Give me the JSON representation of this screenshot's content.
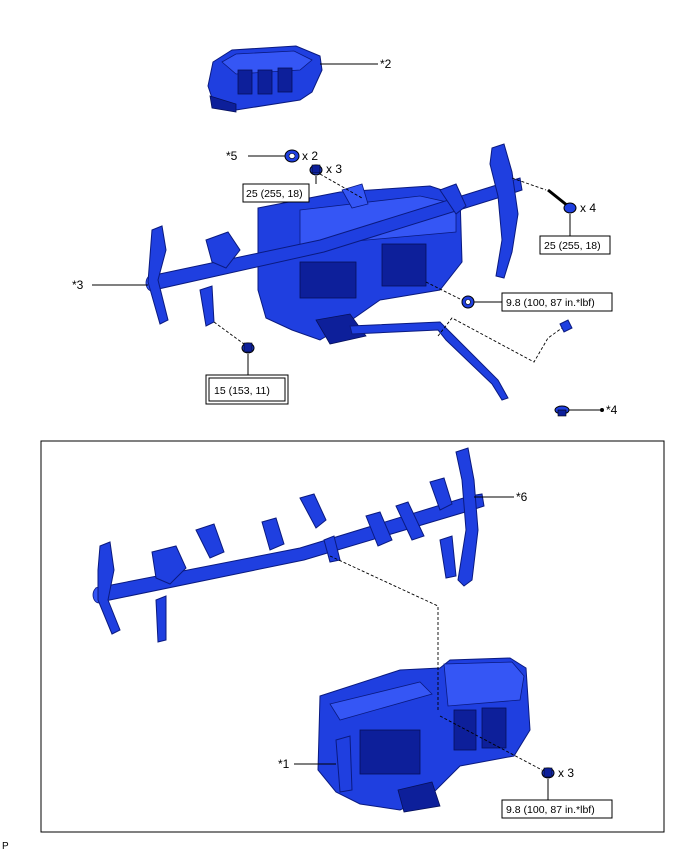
{
  "labels": {
    "part1": "*1",
    "part2": "*2",
    "part3": "*3",
    "part4": "*4",
    "part5": "*5",
    "part6": "*6"
  },
  "quantities": {
    "washer_qty": "x 2",
    "bolt_top_qty": "x 3",
    "bolt_right_qty": "x 4",
    "bolt_bottom_qty": "x 3"
  },
  "torques": {
    "top_center": "25 (255, 18)",
    "right": "25 (255, 18)",
    "nut": "9.8 (100, 87 in.*lbf)",
    "lower_left": "15 (153, 11)",
    "inset_bottom": "9.8 (100, 87 in.*lbf)"
  },
  "corner_mark": "P",
  "colors": {
    "part_blue": "#1f3fe0",
    "outline": "#000000"
  }
}
